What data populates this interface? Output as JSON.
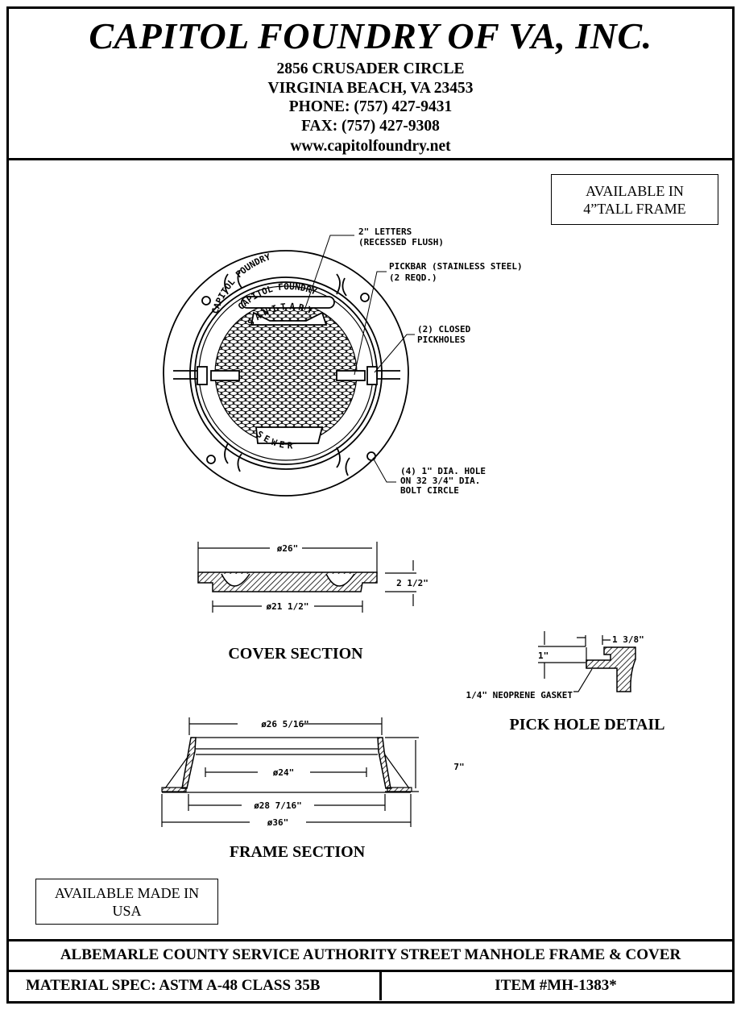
{
  "header": {
    "company": "CAPITOL FOUNDRY OF VA, INC.",
    "address1": "2856 CRUSADER CIRCLE",
    "address2": "VIRGINIA BEACH, VA 23453",
    "phone": "PHONE: (757) 427-9431",
    "fax": "FAX: (757) 427-9308",
    "website": "www.capitolfoundry.net"
  },
  "notes": {
    "tall_frame_line1": "AVAILABLE IN",
    "tall_frame_line2": "4”TALL FRAME",
    "made_in_usa_line1": "AVAILABLE MADE IN",
    "made_in_usa_line2": "USA"
  },
  "drawing": {
    "ring_text": "CAPITOL FOUNDRY",
    "cover_text_top": "CAPITOL FOUNDRY",
    "cover_text_sanitary": "SANITARY",
    "cover_text_sewer": "SEWER",
    "callout_letters_1": "2\" LETTERS",
    "callout_letters_2": "(RECESSED FLUSH)",
    "callout_pickbar_1": "PICKBAR (STAINLESS STEEL)",
    "callout_pickbar_2": "(2 REQD.)",
    "callout_pickholes_1": "(2) CLOSED",
    "callout_pickholes_2": "PICKHOLES",
    "callout_holes_1": "(4) 1\" DIA. HOLE",
    "callout_holes_2": "ON 32 3/4\" DIA.",
    "callout_holes_3": "BOLT CIRCLE",
    "cover_dim_top": "ø26\"",
    "cover_dim_bottom": "ø21 1/2\"",
    "cover_dim_height": "2 1/2\"",
    "cover_section_title": "COVER SECTION",
    "pick_dim_width": "1 3/8\"",
    "pick_dim_height": "1\"",
    "pick_gasket": "1/4\" NEOPRENE GASKET",
    "pick_section_title": "PICK HOLE DETAIL",
    "frame_dim_top": "ø26 5/16\"",
    "frame_dim_inner": "ø24\"",
    "frame_dim_base": "ø28 7/16\"",
    "frame_dim_flange": "ø36\"",
    "frame_dim_height": "7\"",
    "frame_section_title": "FRAME SECTION"
  },
  "footer": {
    "description": "ALBEMARLE COUNTY SERVICE AUTHORITY STREET MANHOLE FRAME & COVER",
    "material": "MATERIAL SPEC:  ASTM A-48 CLASS 35B",
    "item": "ITEM #MH-1383*"
  }
}
